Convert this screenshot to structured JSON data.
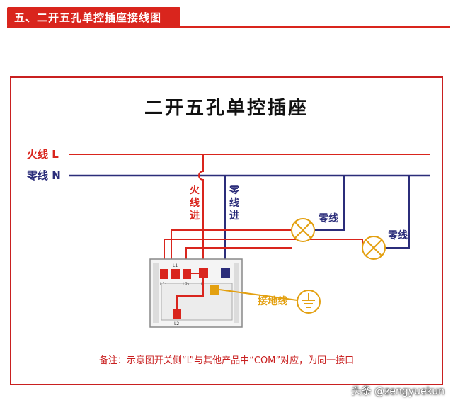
{
  "header": {
    "title": "五、二开五孔单控插座接线图"
  },
  "diagram": {
    "title": "二开五孔单控插座",
    "live_label": "火线 L",
    "neutral_label": "零线 N",
    "live_in": "火线进",
    "neutral_in": "零线进",
    "lamp1_neutral": "零线",
    "lamp2_neutral": "零线",
    "ground_label": "接地线",
    "terminal_labels": [
      "L1₁",
      "L1",
      "L2₁",
      "L",
      "L2"
    ]
  },
  "note": "备注：示意图开关侧“L”与其他产品中“COM”对应，为同一接口",
  "watermark": "头条 @zengyuekun",
  "colors": {
    "live": "#d9251d",
    "neutral": "#2b2d7a",
    "ground": "#e3a010",
    "terminal_live": "#d9251d",
    "terminal_neutral": "#2b2d7a"
  }
}
